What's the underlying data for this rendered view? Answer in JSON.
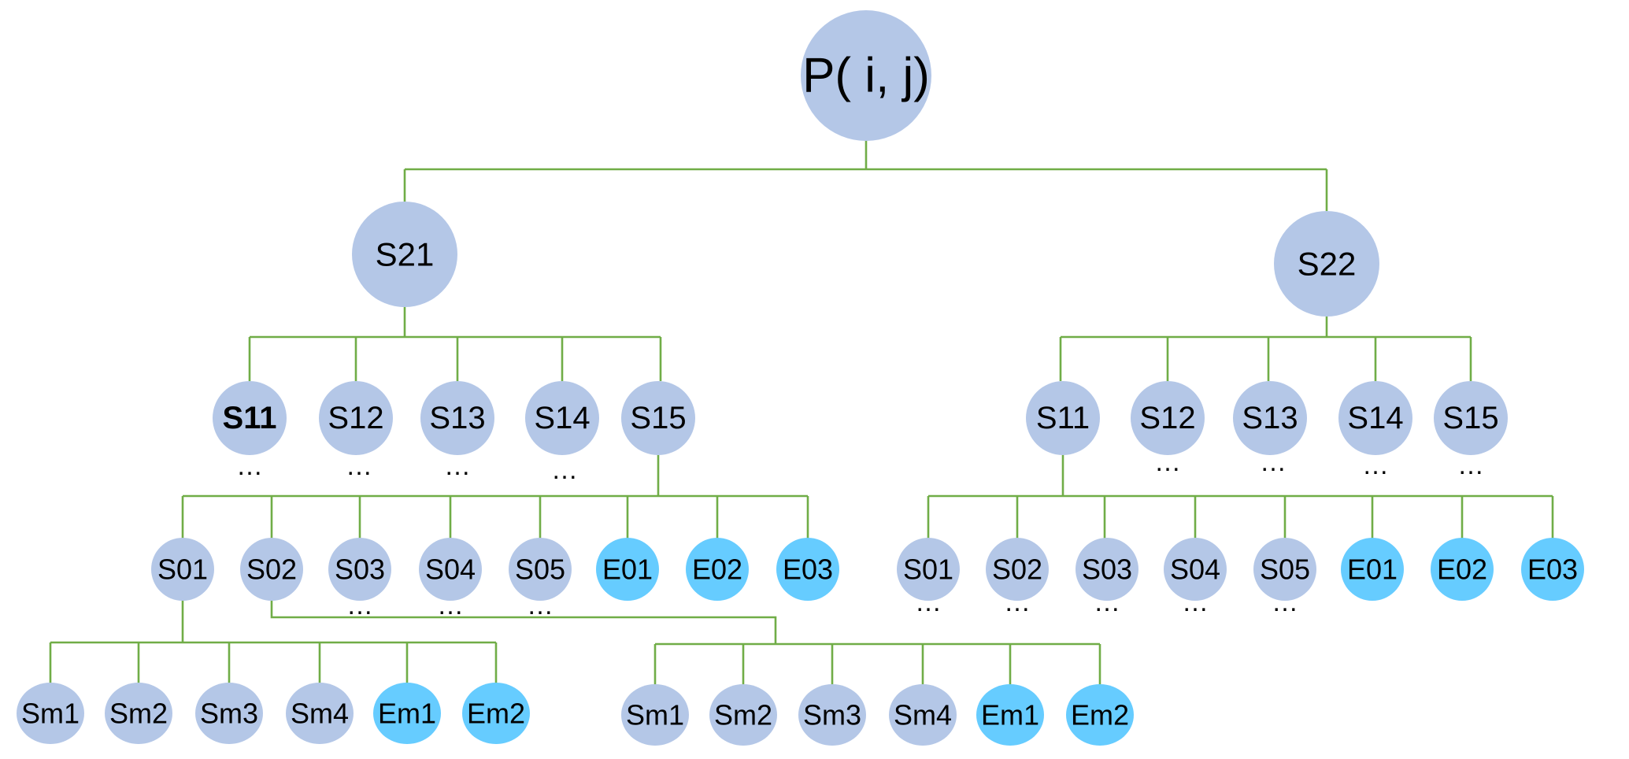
{
  "root": {
    "label": "P( i, j)"
  },
  "level2": [
    {
      "label": "S21"
    },
    {
      "label": "S22"
    }
  ],
  "s21_children": [
    "S11",
    "S12",
    "S13",
    "S14",
    "S15"
  ],
  "s22_children": [
    "S11",
    "S12",
    "S13",
    "S14",
    "S15"
  ],
  "s15_children": [
    "S01",
    "S02",
    "S03",
    "S04",
    "S05",
    "E01",
    "E02",
    "E03"
  ],
  "s11_children": [
    "S01",
    "S02",
    "S03",
    "S04",
    "S05",
    "E01",
    "E02",
    "E03"
  ],
  "s01_children": [
    "Sm1",
    "Sm2",
    "Sm3",
    "Sm4",
    "Em1",
    "Em2"
  ],
  "s02_children": [
    "Sm1",
    "Sm2",
    "Sm3",
    "Sm4",
    "Em1",
    "Em2"
  ],
  "ellipsis": "…",
  "colors": {
    "light_node": "#b4c7e7",
    "cyan_node": "#66ccff",
    "edge": "#70ad47"
  }
}
